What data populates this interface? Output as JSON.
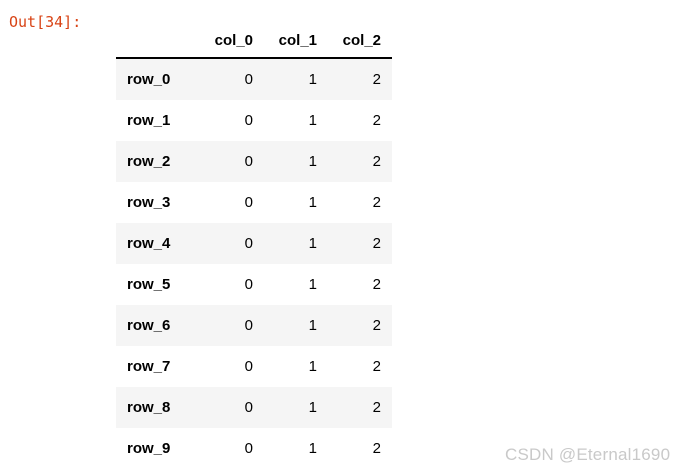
{
  "cell": {
    "prompt_label": "Out[34]:"
  },
  "colors": {
    "prompt": "#d84315",
    "text": "#000000",
    "stripe": "#f5f5f5",
    "header_rule": "#000000",
    "background": "#ffffff",
    "watermark": "#c9c9c9"
  },
  "table": {
    "corner_header": "",
    "columns": [
      "col_0",
      "col_1",
      "col_2"
    ],
    "index": [
      "row_0",
      "row_1",
      "row_2",
      "row_3",
      "row_4",
      "row_5",
      "row_6",
      "row_7",
      "row_8",
      "row_9"
    ],
    "rows": [
      {
        "index": "row_0",
        "values": [
          "0",
          "1",
          "2"
        ]
      },
      {
        "index": "row_1",
        "values": [
          "0",
          "1",
          "2"
        ]
      },
      {
        "index": "row_2",
        "values": [
          "0",
          "1",
          "2"
        ]
      },
      {
        "index": "row_3",
        "values": [
          "0",
          "1",
          "2"
        ]
      },
      {
        "index": "row_4",
        "values": [
          "0",
          "1",
          "2"
        ]
      },
      {
        "index": "row_5",
        "values": [
          "0",
          "1",
          "2"
        ]
      },
      {
        "index": "row_6",
        "values": [
          "0",
          "1",
          "2"
        ]
      },
      {
        "index": "row_7",
        "values": [
          "0",
          "1",
          "2"
        ]
      },
      {
        "index": "row_8",
        "values": [
          "0",
          "1",
          "2"
        ]
      },
      {
        "index": "row_9",
        "values": [
          "0",
          "1",
          "2"
        ]
      }
    ]
  },
  "watermark": {
    "text": "CSDN @Eternal1690"
  }
}
